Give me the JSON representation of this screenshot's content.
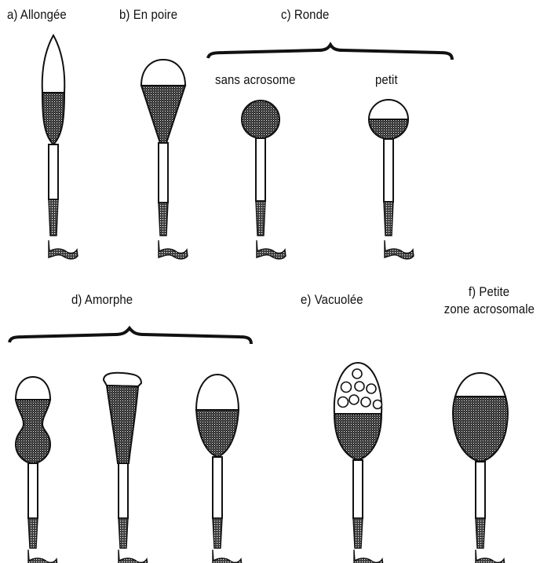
{
  "labels": {
    "a": "a) Allongée",
    "b": "b) En poire",
    "c": "c) Ronde",
    "c_sans": "sans acrosome",
    "c_petit": "petit",
    "d": "d) Amorphe",
    "e": "e) Vacuolée",
    "f_line1": "f) Petite",
    "f_line2": "zone acrosomale"
  },
  "colors": {
    "ink": "#111111",
    "stipple": "#2a2a2a",
    "paper": "#ffffff"
  }
}
